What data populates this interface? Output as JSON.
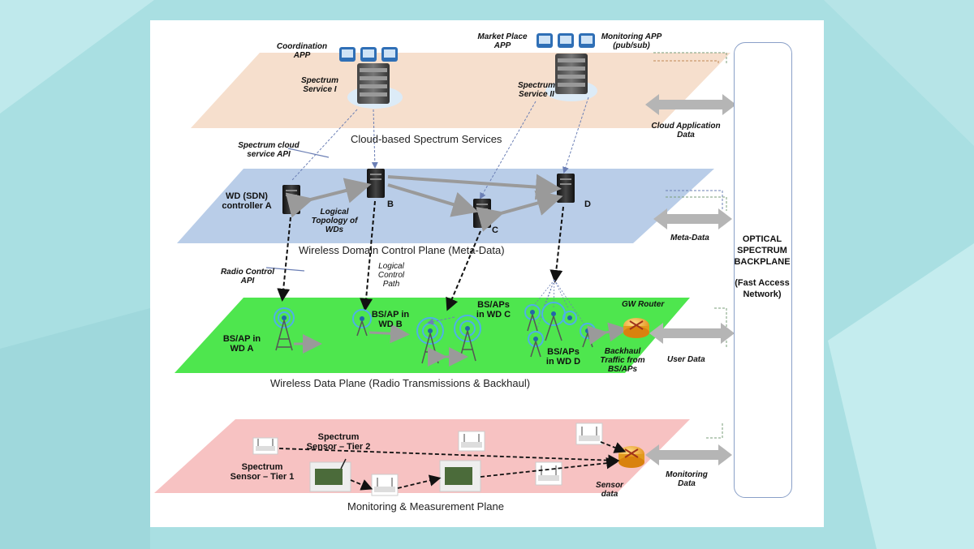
{
  "planes": {
    "cloud": "Cloud-based Spectrum Services",
    "control": "Wireless Domain Control Plane (Meta-Data)",
    "data": "Wireless Data Plane (Radio Transmissions & Backhaul)",
    "monitoring": "Monitoring & Measurement Plane"
  },
  "cloud_labels": {
    "coordination_app": "Coordination APP",
    "spectrum_service_1": "Spectrum Service I",
    "marketplace_app": "Market Place APP",
    "monitoring_app": "Monitoring APP (pub/sub)",
    "spectrum_service_2": "Spectrum Service II",
    "cloud_api": "Spectrum cloud service API"
  },
  "control_labels": {
    "controller_a": "WD (SDN) controller A",
    "node_b": "B",
    "node_c": "C",
    "node_d": "D",
    "logical_topology": "Logical Topology of WDs",
    "radio_api": "Radio Control API",
    "logical_path": "Logical Control Path"
  },
  "data_labels": {
    "bs_a": "BS/AP in WD A",
    "bs_b": "BS/AP in WD B",
    "bs_c": "BS/APs in WD C",
    "bs_d": "BS/APs in WD D",
    "gw_router": "GW Router",
    "backhaul": "Backhaul Traffic from BS/APs"
  },
  "monitoring_labels": {
    "tier2": "Spectrum Sensor – Tier 2",
    "tier1": "Spectrum Sensor – Tier 1",
    "sensor_data": "Sensor data"
  },
  "side_labels": {
    "cloud_app_data": "Cloud Application Data",
    "meta_data": "Meta-Data",
    "user_data": "User Data",
    "monitoring_data": "Monitoring Data"
  },
  "backplane": {
    "title": "OPTICAL SPECTRUM BACKPLANE",
    "subtitle": "(Fast Access Network)"
  },
  "colors": {
    "cloud_plane": "#f5dcc8",
    "control_plane": "#b9cde8",
    "data_plane": "#4ee64e",
    "monitoring_plane": "#f7c2c2",
    "background": "#a9dfe2"
  }
}
